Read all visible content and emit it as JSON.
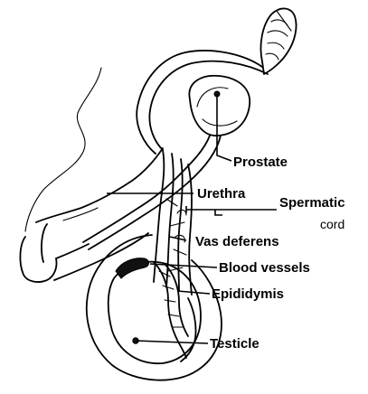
{
  "labels": {
    "prostate": "Prostate",
    "urethra": "Urethra",
    "spermatic_cord_line1": "Spermatic",
    "spermatic_cord_line2": "cord",
    "vas_deferens": "Vas deferens",
    "blood_vessels": "Blood vessels",
    "epididymis": "Epididymis",
    "testicle": "Testicle"
  },
  "colors": {
    "ink": "#000000",
    "background": "#ffffff"
  }
}
